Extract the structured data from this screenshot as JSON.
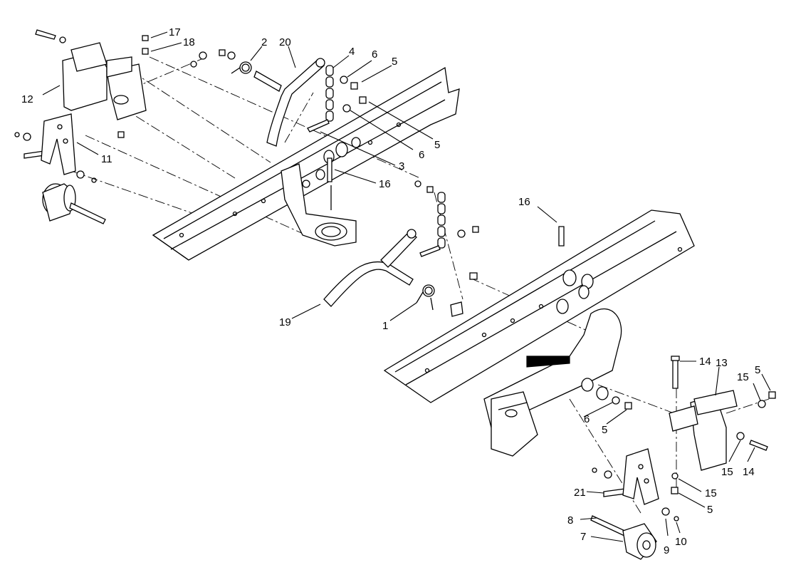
{
  "callouts": {
    "c1": "1",
    "c2": "2",
    "c3": "3",
    "c4": "4",
    "c5a": "5",
    "c5b": "5",
    "c5c": "5",
    "c5d": "5",
    "c5e": "5",
    "c6a": "6",
    "c6b": "6",
    "c6c": "6",
    "c7": "7",
    "c8": "8",
    "c9": "9",
    "c10": "10",
    "c11": "11",
    "c12": "12",
    "c13": "13",
    "c14a": "14",
    "c14b": "14",
    "c15a": "15",
    "c15b": "15",
    "c15c": "15",
    "c16a": "16",
    "c16b": "16",
    "c17": "17",
    "c18": "18",
    "c19": "19",
    "c20": "20",
    "c21": "21"
  }
}
